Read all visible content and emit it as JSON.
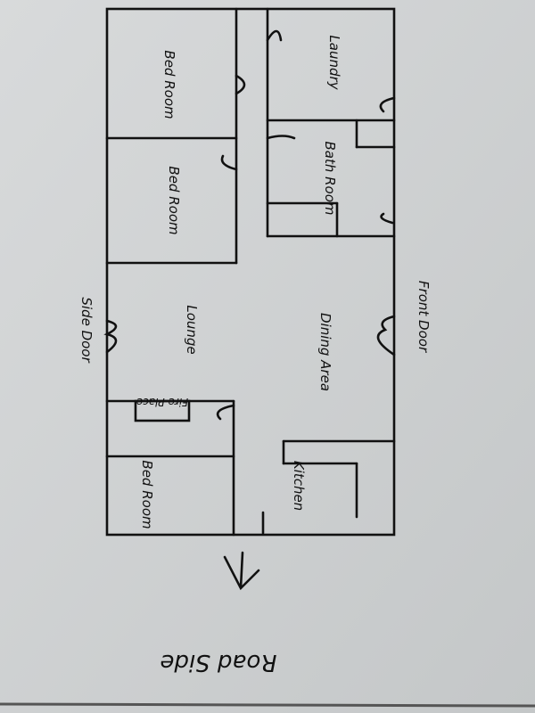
{
  "colors": {
    "paper": "#d2d5d6",
    "ink": "#111111"
  },
  "rooms": {
    "bed1": "Bed Room",
    "bed2": "Bed Room",
    "bed3": "Bed Room",
    "laundry": "Laundry",
    "bath": "Bath Room",
    "lounge": "Lounge",
    "dining": "Dining Area",
    "kitchen": "Kitchen",
    "fireplace": "Fire Place"
  },
  "doors": {
    "side": "Side Door",
    "front": "Front Door"
  },
  "road": "Road Side",
  "arrow_icon": "arrow-down-icon"
}
